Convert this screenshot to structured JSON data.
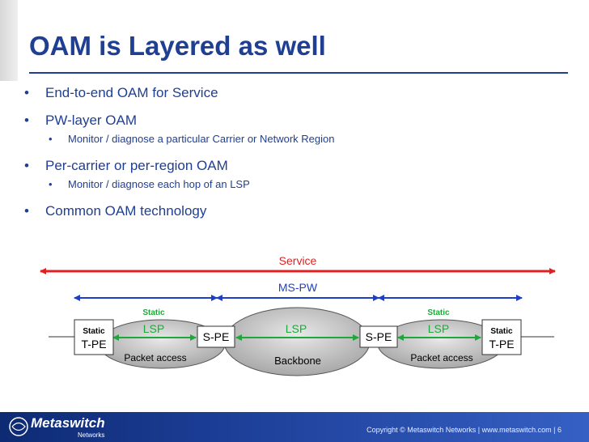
{
  "slide": {
    "title": "OAM is Layered as well",
    "bullets": [
      {
        "text": "End-to-end OAM for Service"
      },
      {
        "text": "PW-layer OAM",
        "sub": [
          "Monitor / diagnose a particular Carrier or Network Region"
        ]
      },
      {
        "text": "Per-carrier or per-region OAM",
        "sub": [
          "Monitor / diagnose each hop of an LSP"
        ]
      },
      {
        "text": "Common OAM technology"
      }
    ]
  },
  "diagram": {
    "service_label": "Service",
    "mspw_label": "MS-PW",
    "left_tpe": {
      "static": "Static",
      "name": "T-PE"
    },
    "right_tpe": {
      "static": "Static",
      "name": "T-PE"
    },
    "spe_left": "S-PE",
    "spe_right": "S-PE",
    "left_region": {
      "static": "Static",
      "lsp": "LSP",
      "name": "Packet access"
    },
    "backbone": {
      "lsp": "LSP",
      "name": "Backbone"
    },
    "right_region": {
      "static": "Static",
      "lsp": "LSP",
      "name": "Packet access"
    },
    "colors": {
      "service_arrow": "#e02020",
      "mspw_arrow": "#1f3fc9",
      "lsp_arrow": "#1fa83a",
      "title": "#1f3f93"
    }
  },
  "footer": {
    "logo": "Metaswitch",
    "logo_sub": "Networks",
    "copyright": "Copyright © Metaswitch Networks  |  www.metaswitch.com  |  6"
  }
}
